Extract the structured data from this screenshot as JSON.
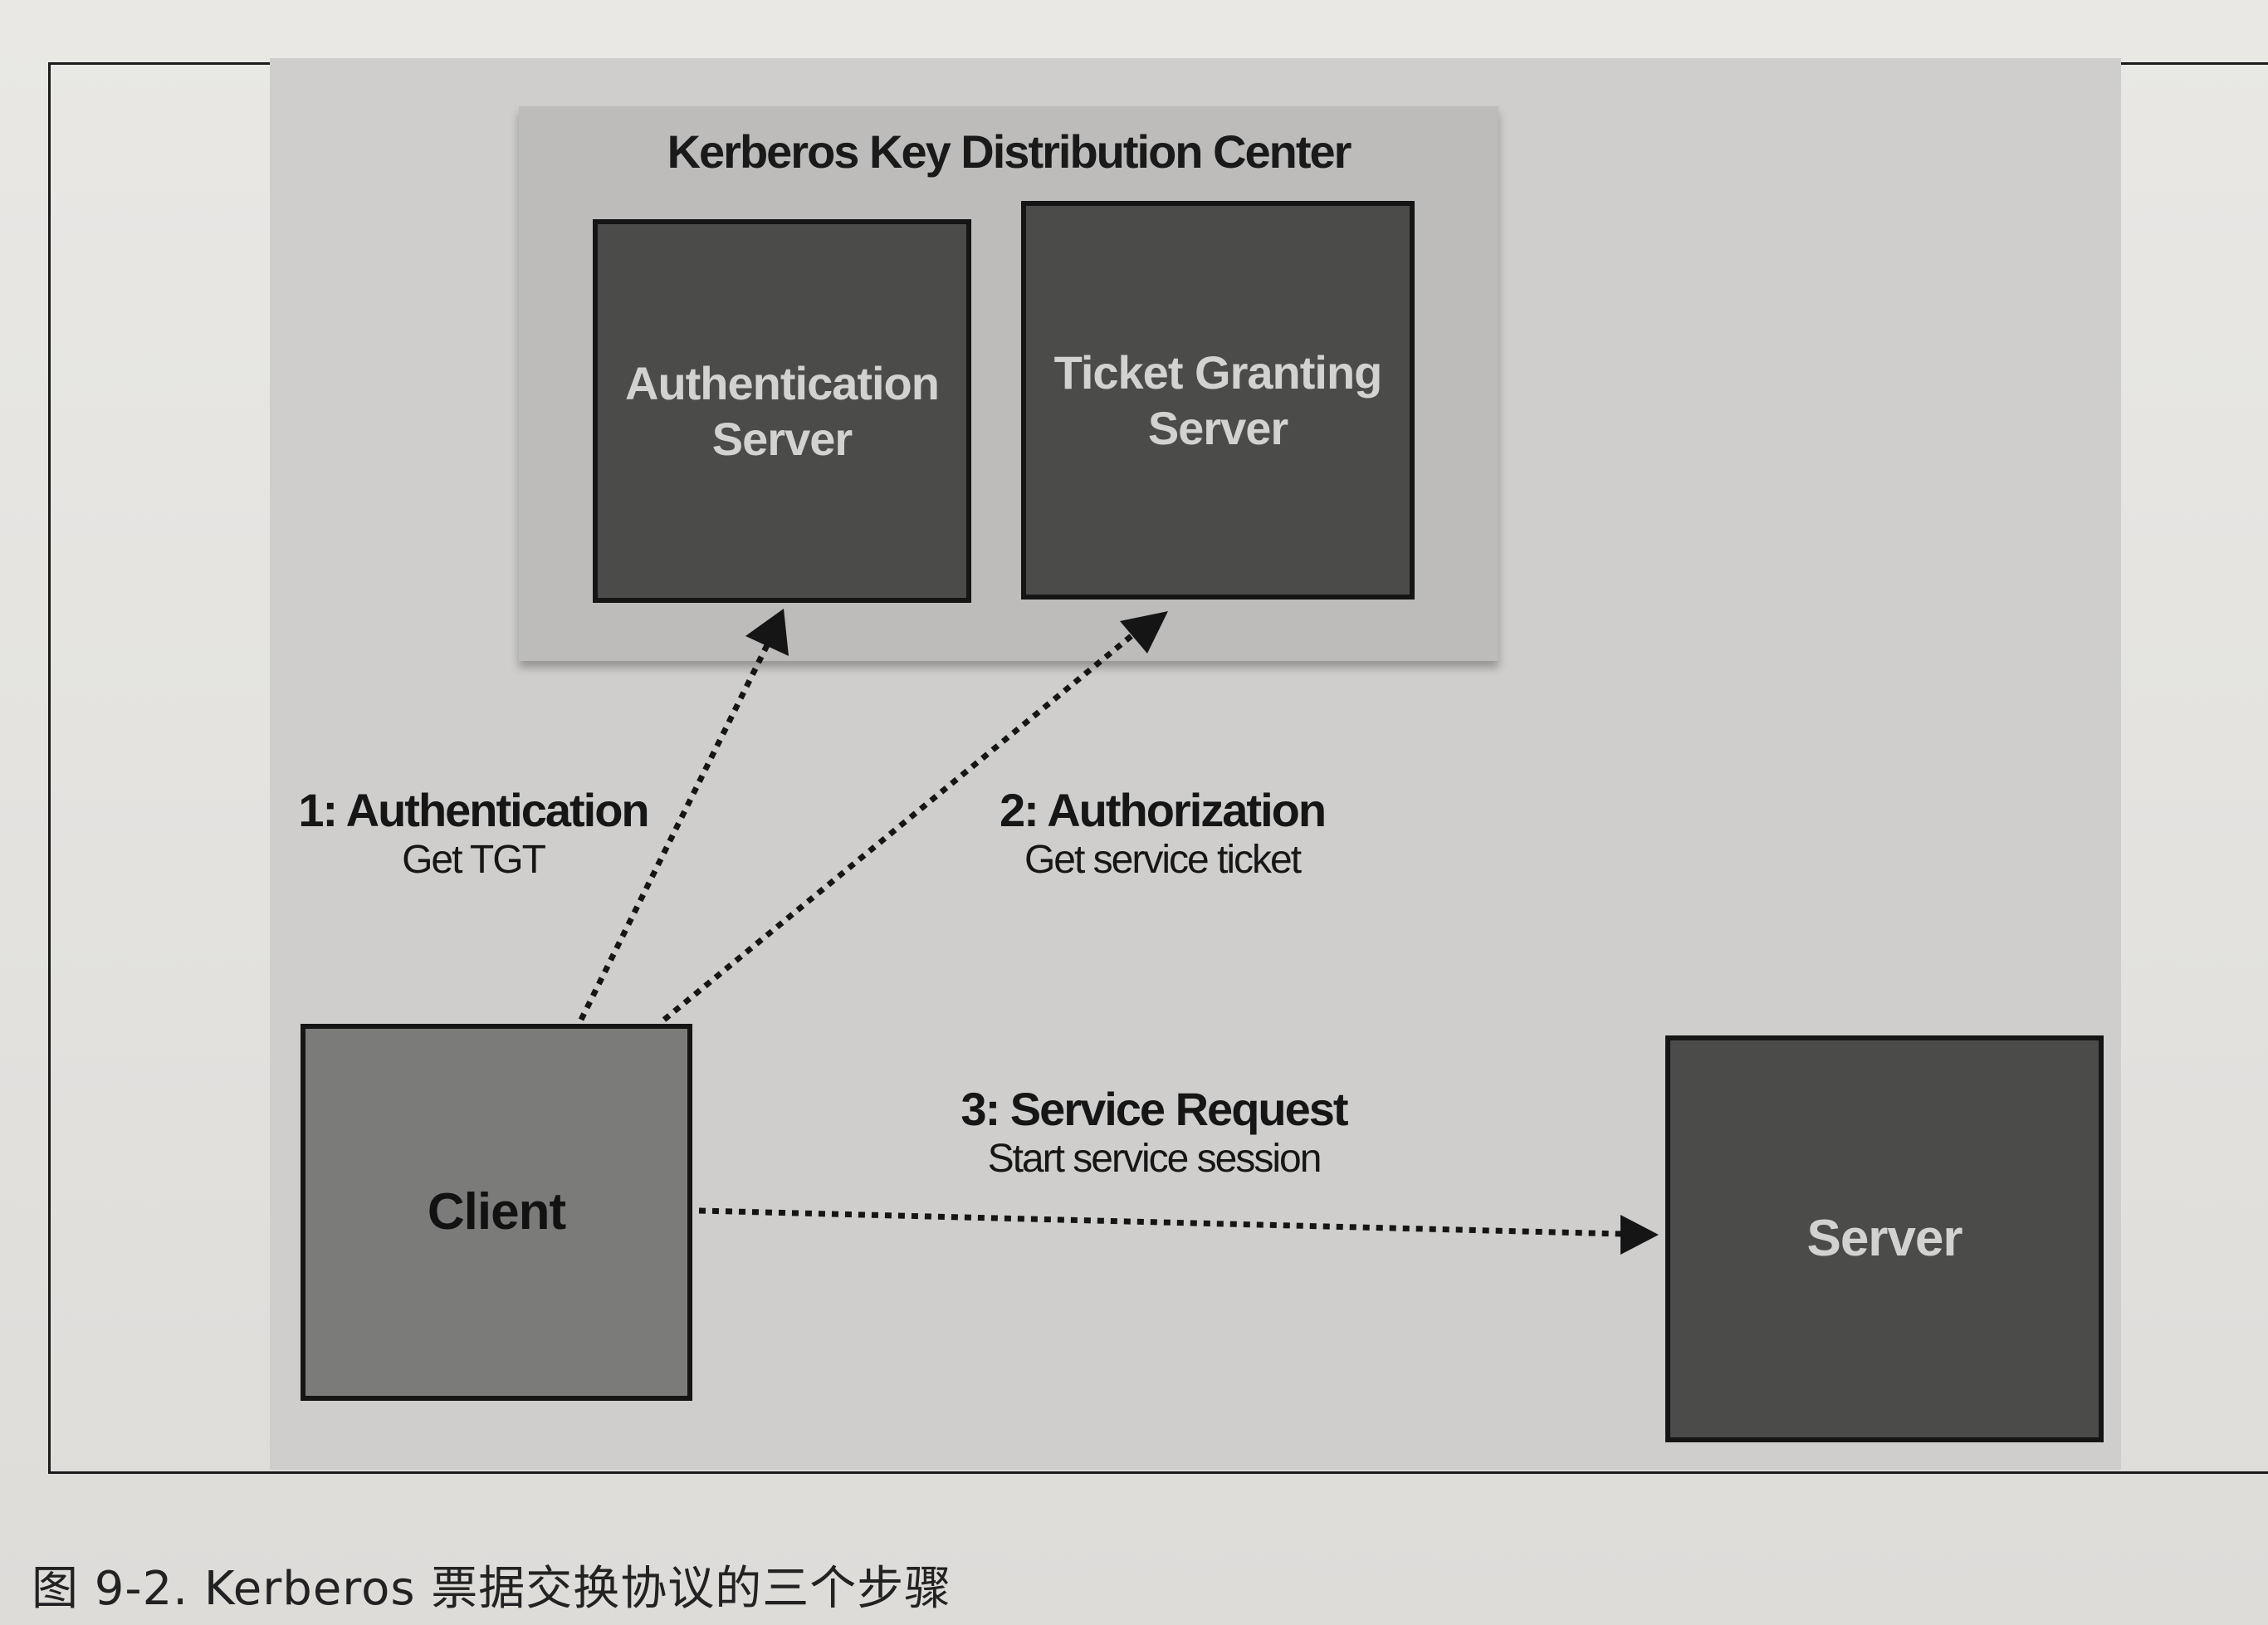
{
  "diagram": {
    "kdc_title": "Kerberos Key Distribution Center",
    "authentication_server": "Authentication\nServer",
    "ticket_granting_server": "Ticket Granting\nServer",
    "client": "Client",
    "server": "Server",
    "step1": {
      "title": "1: Authentication",
      "subtitle": "Get TGT"
    },
    "step2": {
      "title": "2: Authorization",
      "subtitle": "Get service ticket"
    },
    "step3": {
      "title": "3: Service Request",
      "subtitle": "Start service session"
    }
  },
  "caption": "图 9-2. Kerberos 票据交换协议的三个步骤"
}
